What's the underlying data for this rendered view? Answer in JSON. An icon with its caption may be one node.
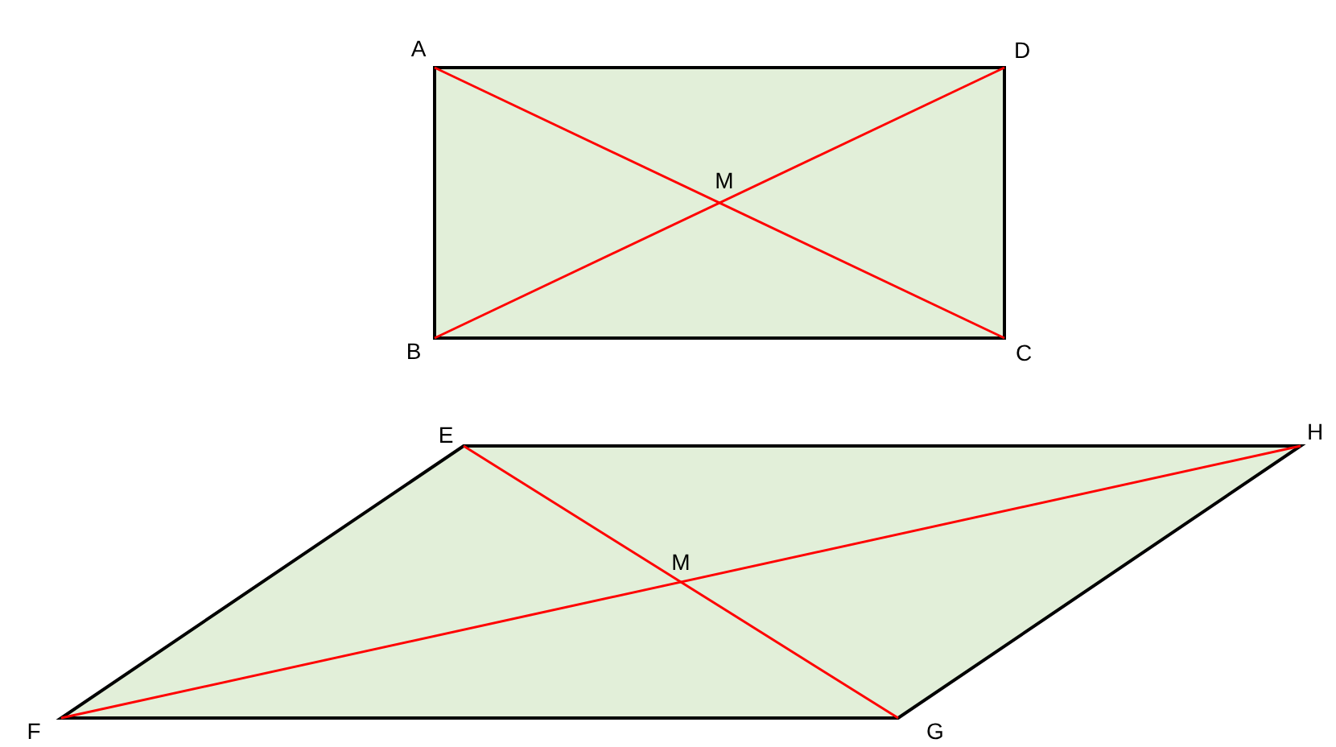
{
  "diagram": {
    "labels": [
      "A",
      "D",
      "M",
      "B",
      "C",
      "E",
      "H",
      "M",
      "F",
      "G"
    ]
  }
}
